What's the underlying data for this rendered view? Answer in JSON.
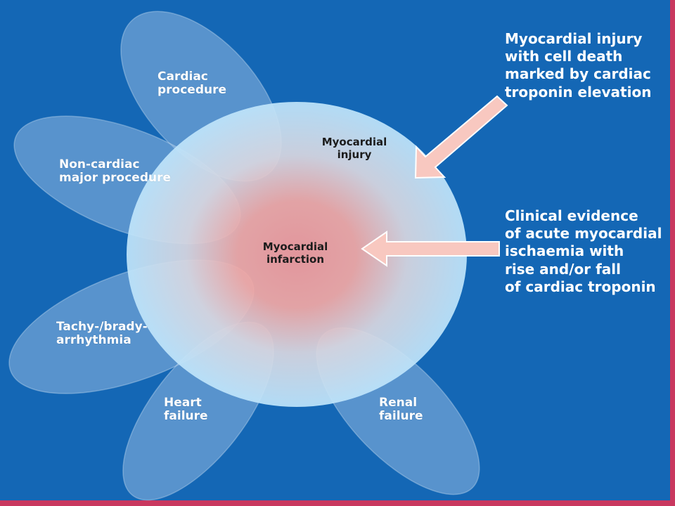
{
  "colors": {
    "background": "#1467b5",
    "border_right": "#c9385f",
    "border_bottom": "#c9385f",
    "petal_fill": "#9bc0e6",
    "core_outer": "#bfe5fb",
    "core_inner": "#f49a9a",
    "arrow_fill": "#f8c8c0",
    "text_light": "#ffffff",
    "text_dark": "#1c1c1c"
  },
  "petals": [
    {
      "name": "cardiac-procedure",
      "lines": [
        "Cardiac",
        "procedure"
      ]
    },
    {
      "name": "non-cardiac-major-procedure",
      "lines": [
        "Non-cardiac",
        "major procedure"
      ]
    },
    {
      "name": "tachy-brady-arrhythmia",
      "lines": [
        "Tachy-/brady-",
        "arrhythmia"
      ]
    },
    {
      "name": "heart-failure",
      "lines": [
        "Heart",
        "failure"
      ]
    },
    {
      "name": "renal-failure",
      "lines": [
        "Renal",
        "failure"
      ]
    }
  ],
  "core": {
    "outer_label": [
      "Myocardial",
      "injury"
    ],
    "inner_label": [
      "Myocardial",
      "infarction"
    ]
  },
  "callouts": {
    "injury": [
      "Myocardial injury",
      "with cell death",
      "marked by cardiac",
      "troponin elevation"
    ],
    "infarction": [
      "Clinical evidence",
      "of acute myocardial",
      "ischaemia with",
      "rise and/or fall",
      "of cardiac troponin"
    ]
  }
}
